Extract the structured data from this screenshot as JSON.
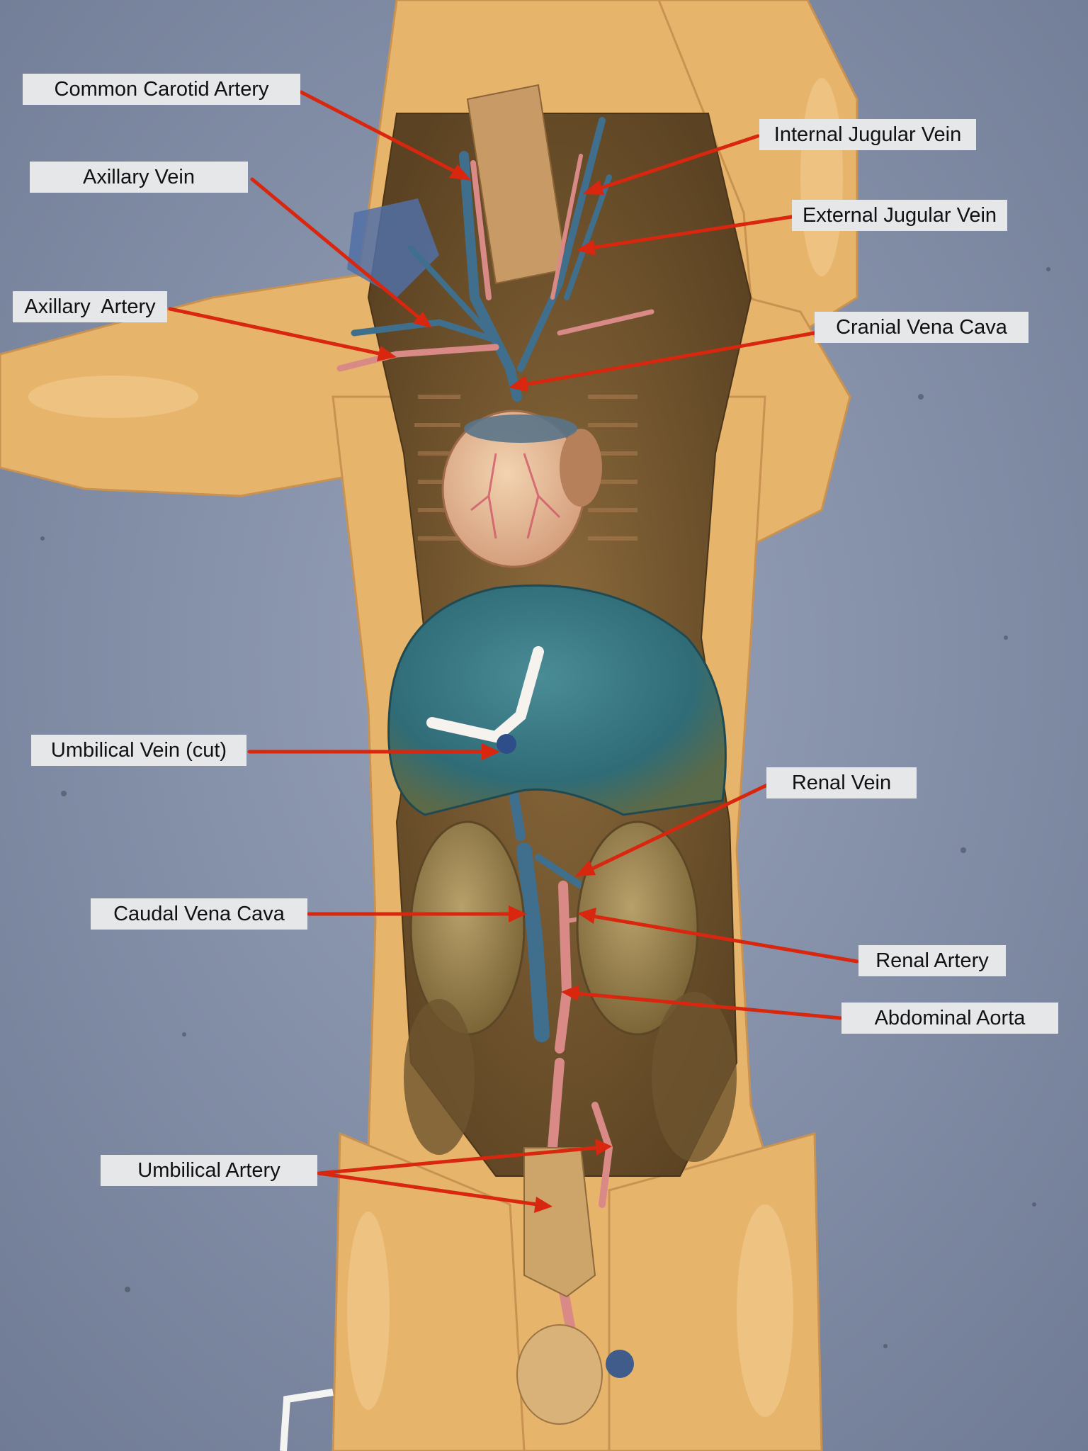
{
  "labels": {
    "common_carotid_artery": "Common Carotid Artery",
    "internal_jugular_vein": "Internal Jugular Vein",
    "axillary_vein": "Axillary Vein",
    "external_jugular_vein": "External Jugular Vein",
    "axillary_artery": "Axillary  Artery",
    "cranial_vena_cava": "Cranial Vena Cava",
    "umbilical_vein": "Umbilical Vein (cut)",
    "renal_vein": "Renal Vein",
    "caudal_vena_cava": "Caudal Vena Cava",
    "renal_artery": "Renal Artery",
    "abdominal_aorta": "Abdominal Aorta",
    "umbilical_artery": "Umbilical Artery"
  },
  "colors": {
    "background_tray": "#8994ad",
    "specimen_skin": "#e8b56e",
    "label_background": "#e6e7e9",
    "arrow": "#d8260f",
    "vein_blue": "#3f6f8c",
    "artery_pink": "#d98a86"
  }
}
